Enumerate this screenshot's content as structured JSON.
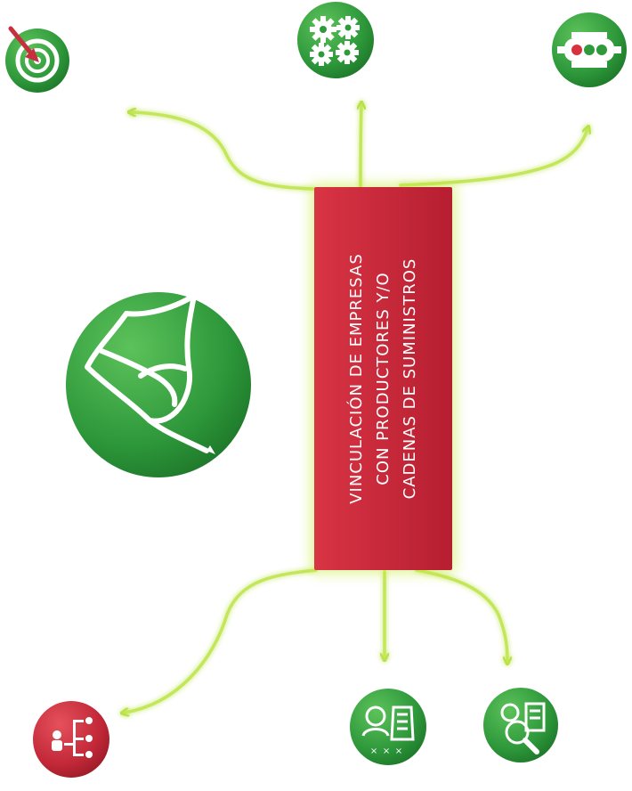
{
  "center": {
    "line1": "VINCULACIÓN DE EMPRESAS",
    "line2": "CON PRODUCTORES Y/O",
    "line3": "CADENAS DE SUMINISTROS"
  },
  "colors": {
    "green": "#2f9a3c",
    "red": "#c62a3a",
    "arrow": "#c8ea5a"
  },
  "icons": [
    "target-icon",
    "gears-icon",
    "traffic-light-icon",
    "hand-writing-icon",
    "org-chart-icon",
    "group-people-icon",
    "magnifier-people-icon"
  ]
}
